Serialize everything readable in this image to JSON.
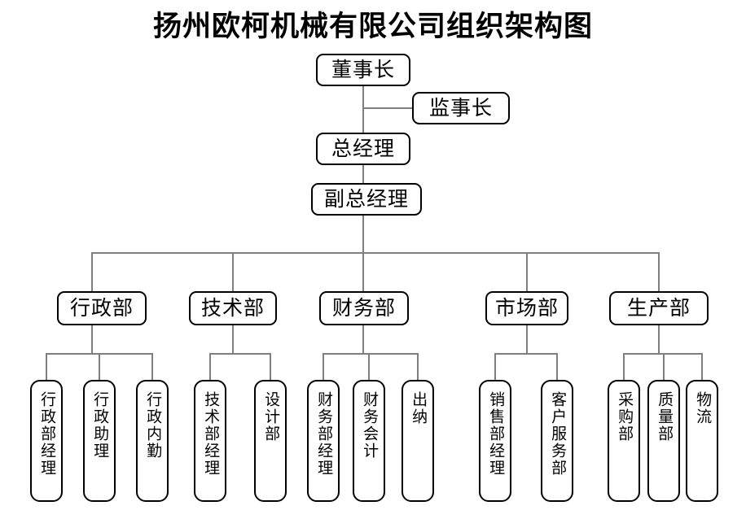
{
  "chart_data": {
    "type": "diagram",
    "title": "扬州欧柯机械有限公司组织架构图",
    "orientation": "top-down",
    "levels": 4
  },
  "title": "扬州欧柯机械有限公司组织架构图",
  "nodes": {
    "chairman": "董事长",
    "supervisor": "监事长",
    "general_manager": "总经理",
    "deputy_general_manager": "副总经理"
  },
  "departments": [
    {
      "name": "行政部",
      "children": [
        "行政部经理",
        "行政助理",
        "行政内勤"
      ]
    },
    {
      "name": "技术部",
      "children": [
        "技术部经理",
        "设计部"
      ]
    },
    {
      "name": "财务部",
      "children": [
        "财务部经理",
        "财务会计",
        "出纳"
      ]
    },
    {
      "name": "市场部",
      "children": [
        "销售部经理",
        "客户服务部"
      ]
    },
    {
      "name": "生产部",
      "children": [
        "采购部",
        "质量部",
        "物流"
      ]
    }
  ],
  "colors": {
    "background": "#ffffff",
    "box_border": "#000000",
    "connector": "#7f7f7f",
    "text": "#000000"
  }
}
